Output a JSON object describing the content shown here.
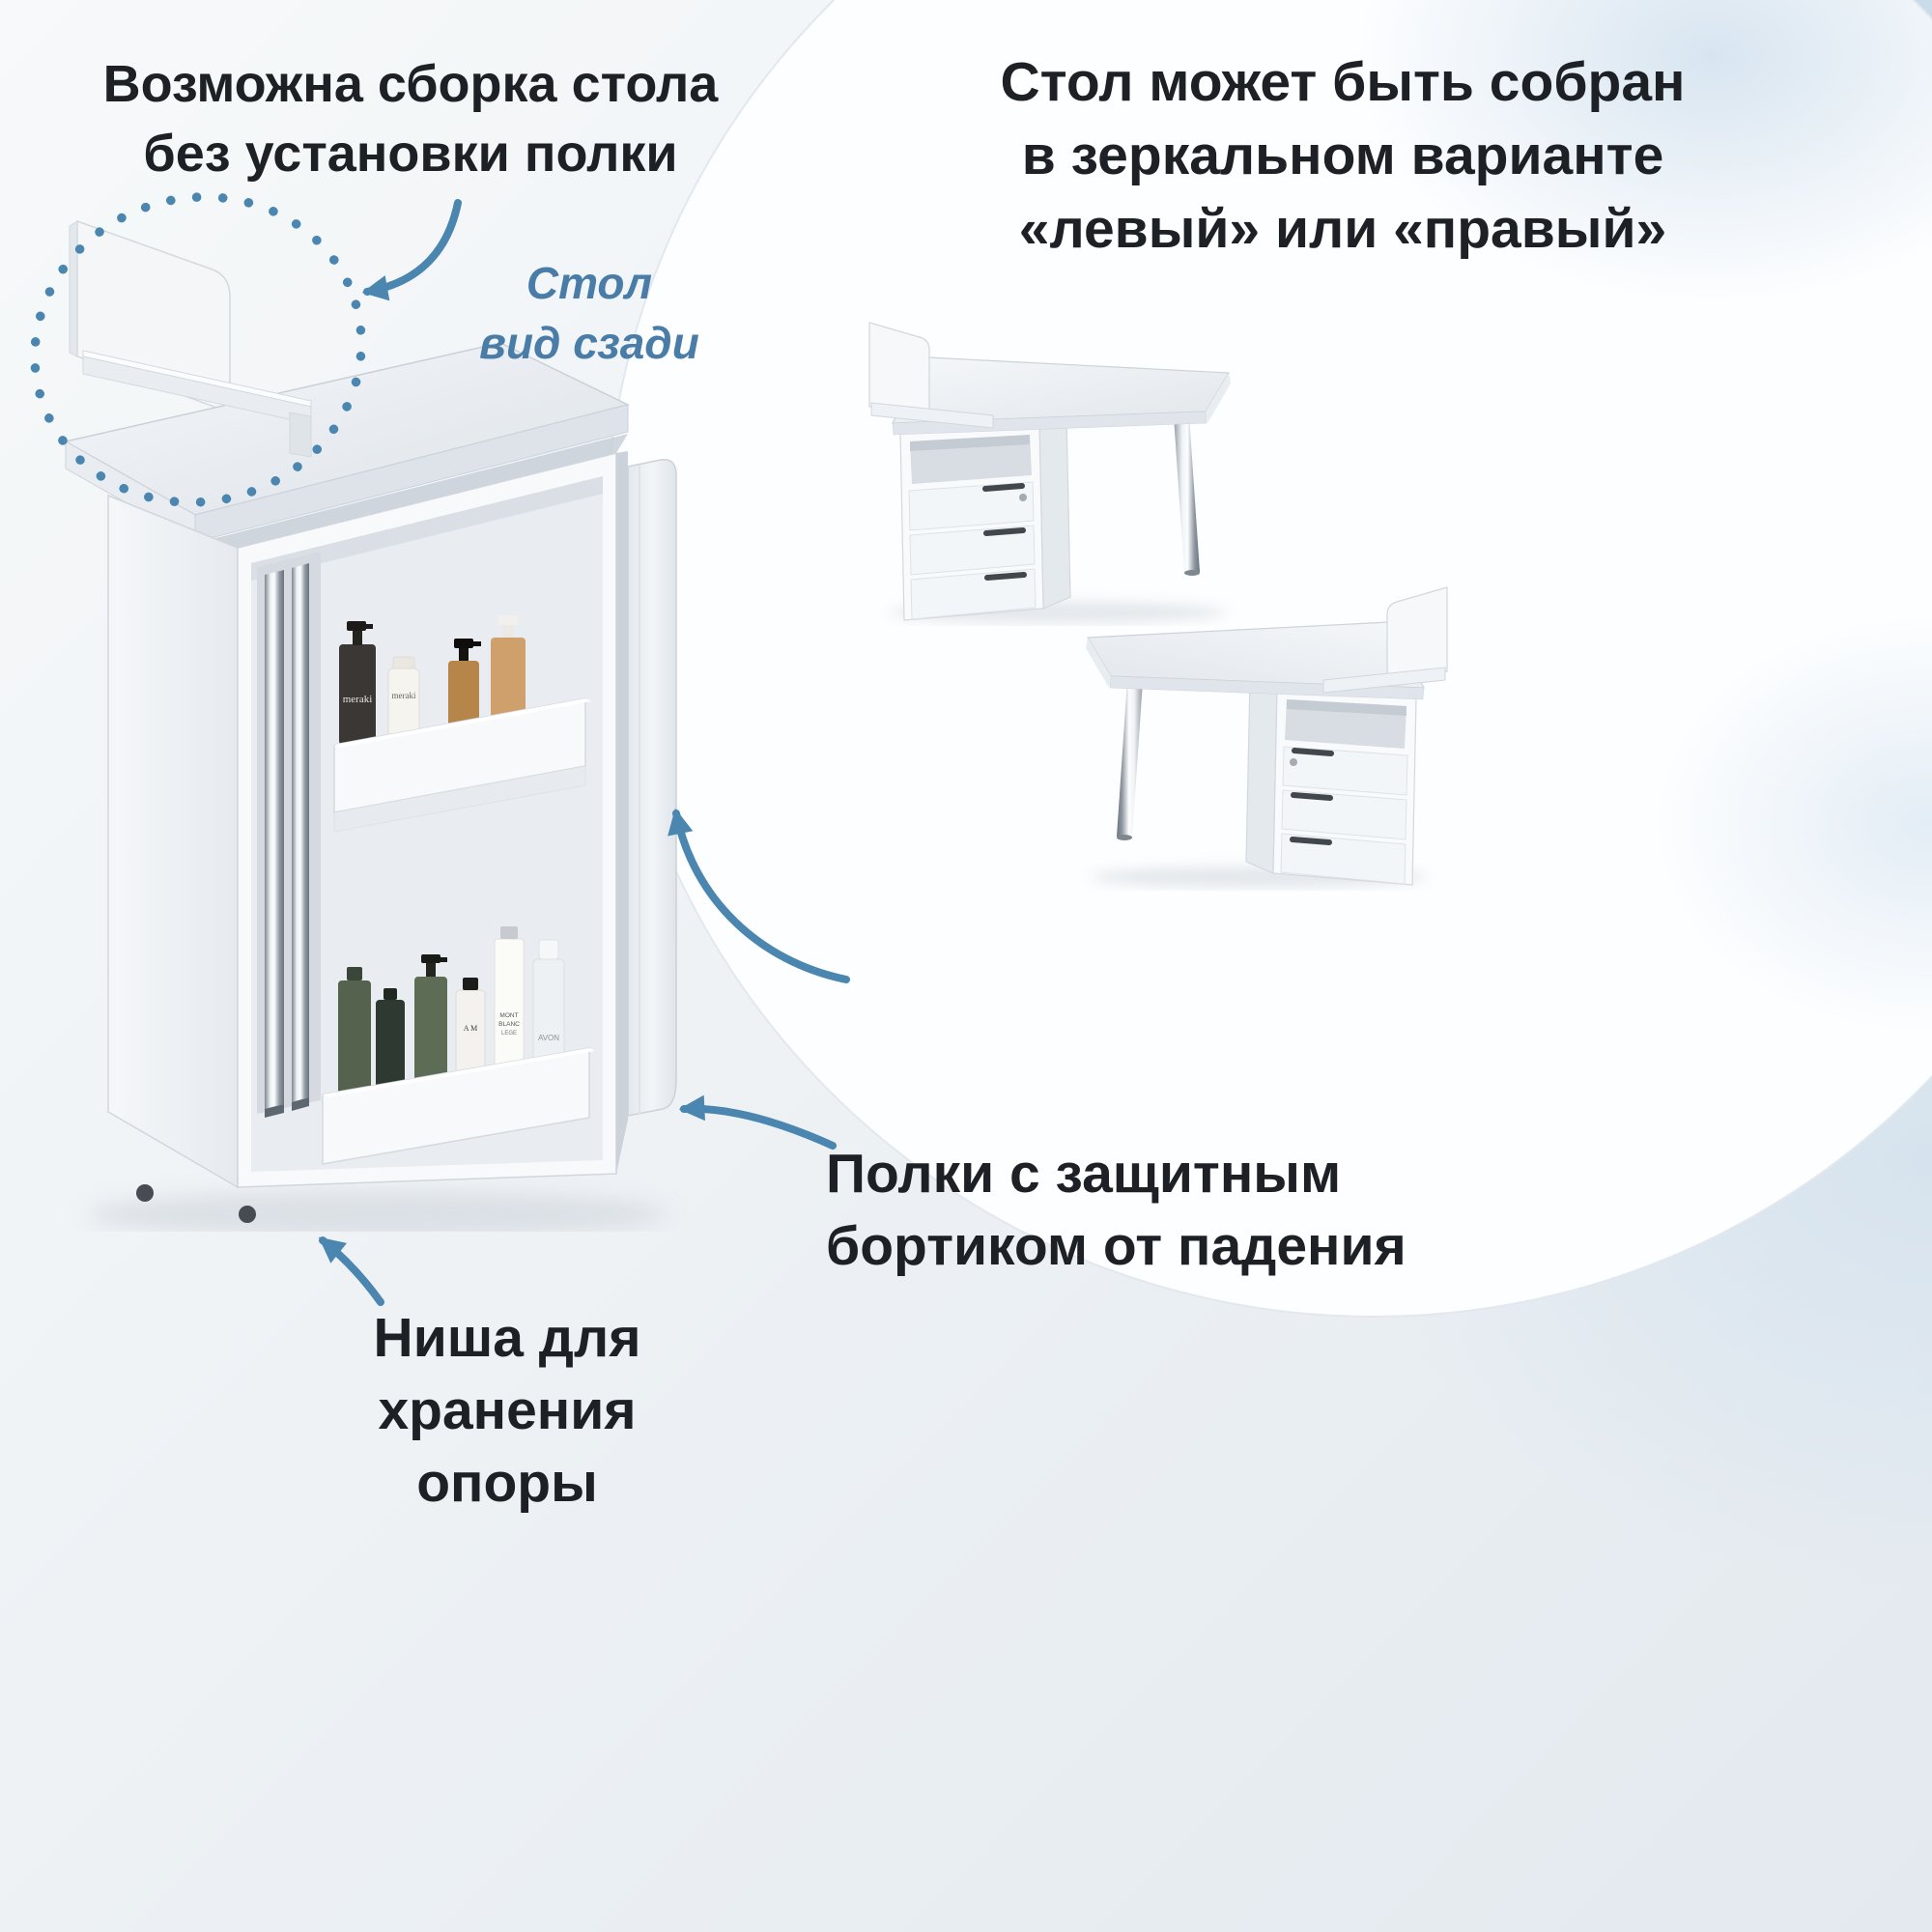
{
  "labels": {
    "assembly_option": "Возможна сборка стола\nбез установки полки",
    "rear_view": "Стол\nвид сзади",
    "mirror_variants": "Стол может быть собран\nв зеркальном варианте\n«левый» или «правый»",
    "shelves_guard": "Полки с защитным\nбортиком от падения",
    "support_niche": "Ниша для\nхранения опоры"
  },
  "bottles": {
    "meraki_bottle": "meraki",
    "meraki_tube": "meraki",
    "monogram": "A M",
    "mont_line1": "MONT",
    "mont_line2": "BLANC",
    "mont_line3": "LEGE",
    "avon": "AVON"
  },
  "colors": {
    "accent_blue": "#4a86af",
    "label_blue": "#4a7ca8",
    "text_dark": "#1d2126"
  }
}
